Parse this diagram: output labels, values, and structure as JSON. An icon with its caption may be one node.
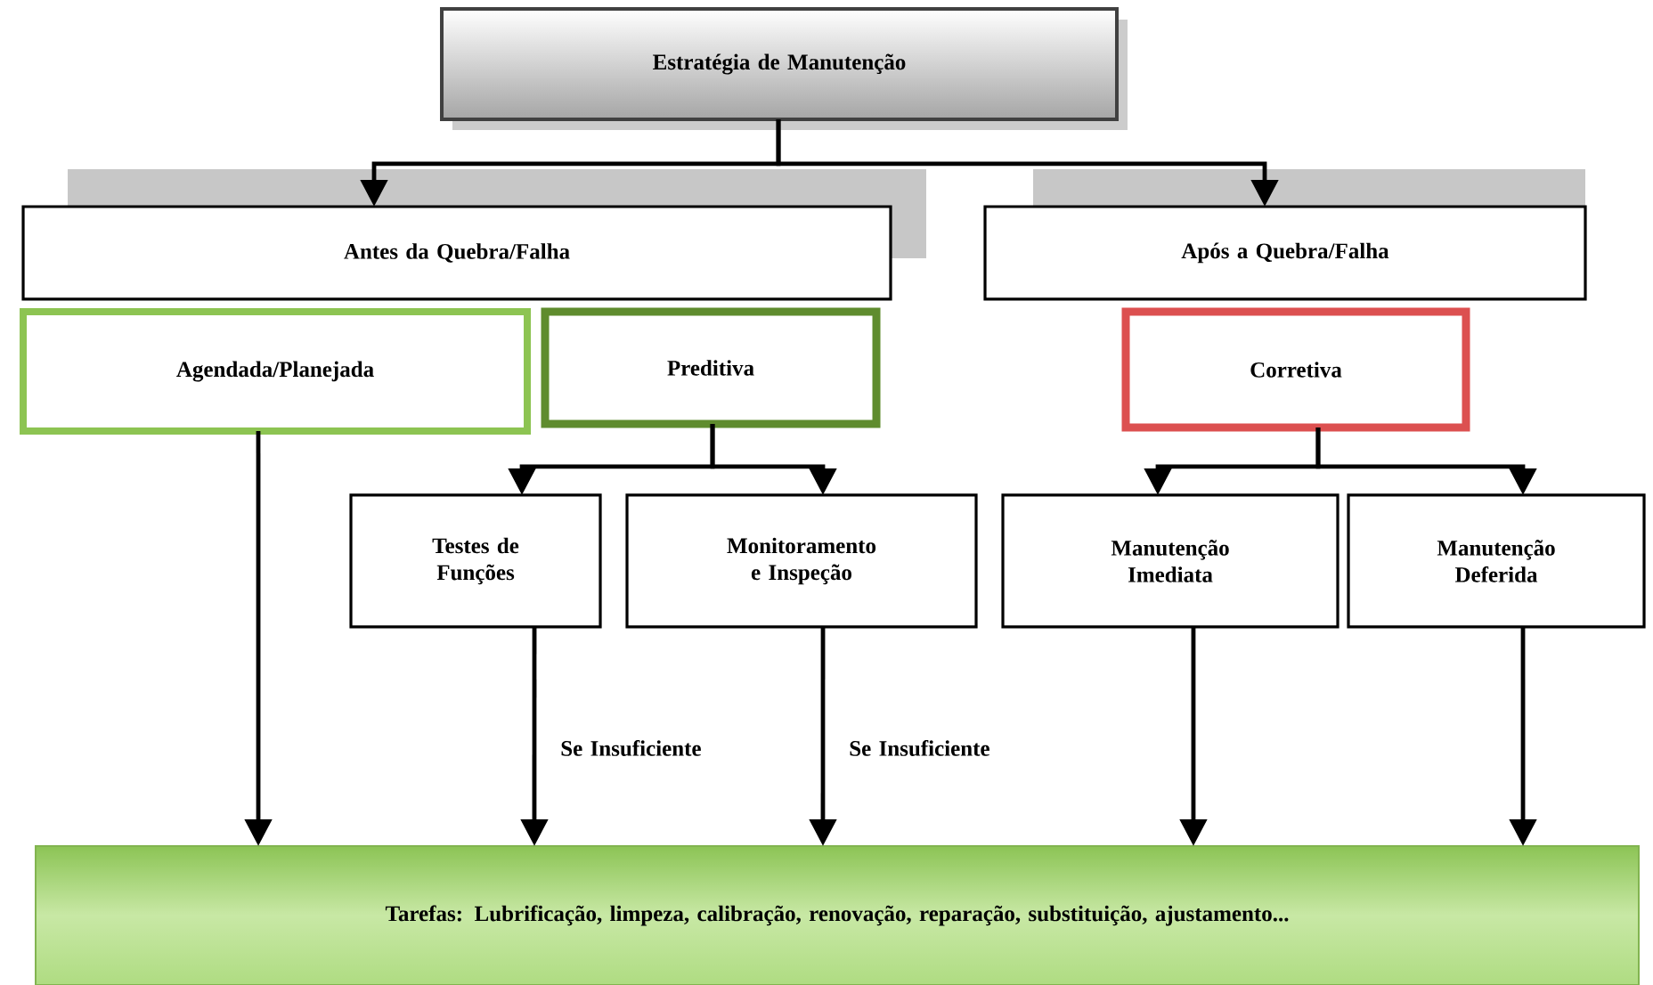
{
  "diagram": {
    "nodes": [
      {
        "text": [
          "Estratégia de Manutenção"
        ]
      },
      {
        "text": [
          "Antes da Quebra/Falha"
        ]
      },
      {
        "text": [
          "Após a Quebra/Falha"
        ]
      },
      {
        "text": [
          "Agendada/Planejada"
        ]
      },
      {
        "text": [
          "Preditiva"
        ]
      },
      {
        "text": [
          "Corretiva"
        ]
      },
      {
        "text": [
          "Testes de Funções"
        ]
      },
      {
        "text": [
          "Monitoramento e Inspeção"
        ]
      },
      {
        "text": [
          "Manutenção Imediata"
        ]
      },
      {
        "text": [
          "Manutenção Deferida"
        ]
      },
      {
        "text": [
          "Tarefas: Lubrificação, limpeza, calibração, renovação, reparação, substituição, ajustamento..."
        ]
      }
    ],
    "edges": [
      {
        "from": 0,
        "to": 1,
        "arrow": "to"
      },
      {
        "from": 0,
        "to": 2,
        "arrow": "to"
      },
      {
        "from": 4,
        "to": 6,
        "arrow": "to"
      },
      {
        "from": 4,
        "to": 7,
        "arrow": "to"
      },
      {
        "from": 5,
        "to": 8,
        "arrow": "to"
      },
      {
        "from": 5,
        "to": 9,
        "arrow": "to"
      },
      {
        "from": 3,
        "to": 10,
        "arrow": "to"
      },
      {
        "from": 6,
        "to": 10,
        "arrow": "to",
        "label": "Se Insuficiente"
      },
      {
        "from": 7,
        "to": 10,
        "arrow": "to",
        "label": "Se Insuficiente"
      },
      {
        "from": 8,
        "to": 10,
        "arrow": "to"
      },
      {
        "from": 9,
        "to": 10,
        "arrow": "to"
      }
    ]
  }
}
